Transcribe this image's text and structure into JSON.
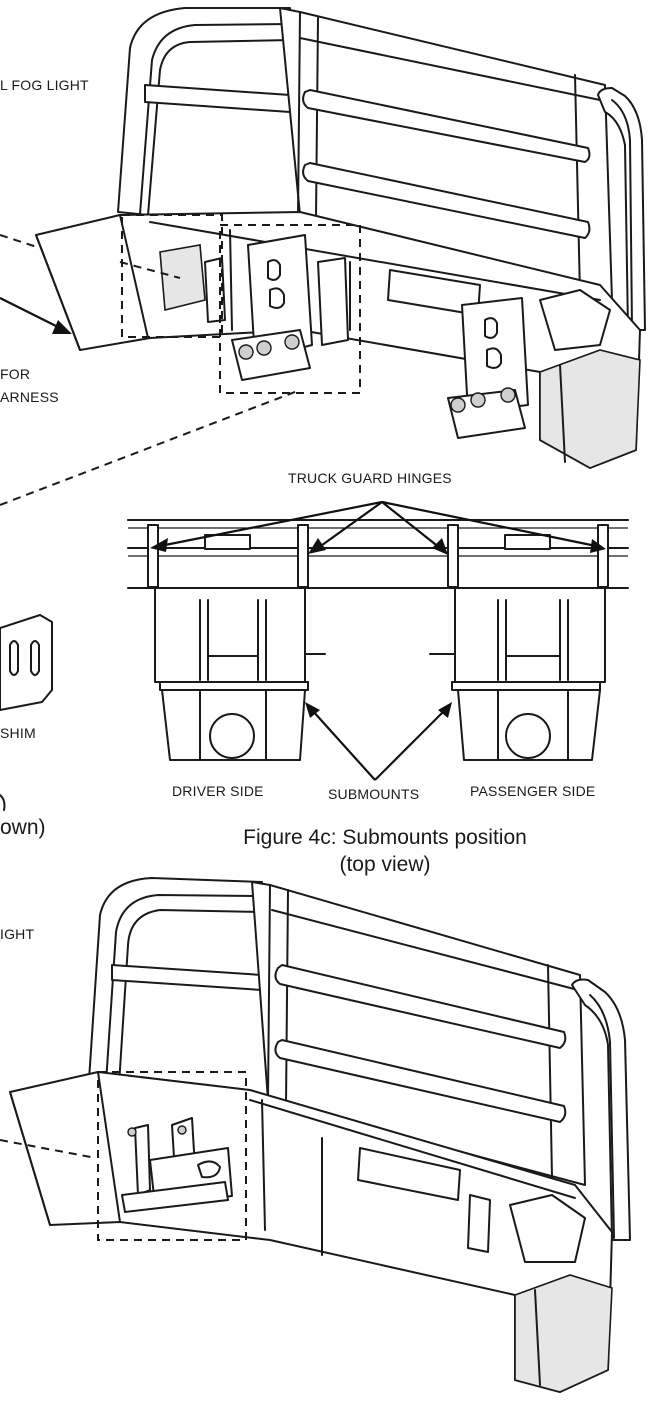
{
  "labels": {
    "fog_light_top": "L FOG LIGHT",
    "for_line1": "FOR",
    "harness_line2": "ARNESS",
    "truck_guard_hinges": "TRUCK GUARD HINGES",
    "shim": "SHIM",
    "driver_side": "DRIVER SIDE",
    "submounts": "SUBMOUNTS",
    "passenger_side": "PASSENGER SIDE",
    "own_partial": "own)",
    "ight_partial": "IGHT"
  },
  "caption": {
    "line1": "Figure 4c: Submounts position",
    "line2": "(top view)"
  },
  "colors": {
    "line": "#1a1a1a",
    "background": "#ffffff",
    "shade": "#e6e6e6"
  }
}
